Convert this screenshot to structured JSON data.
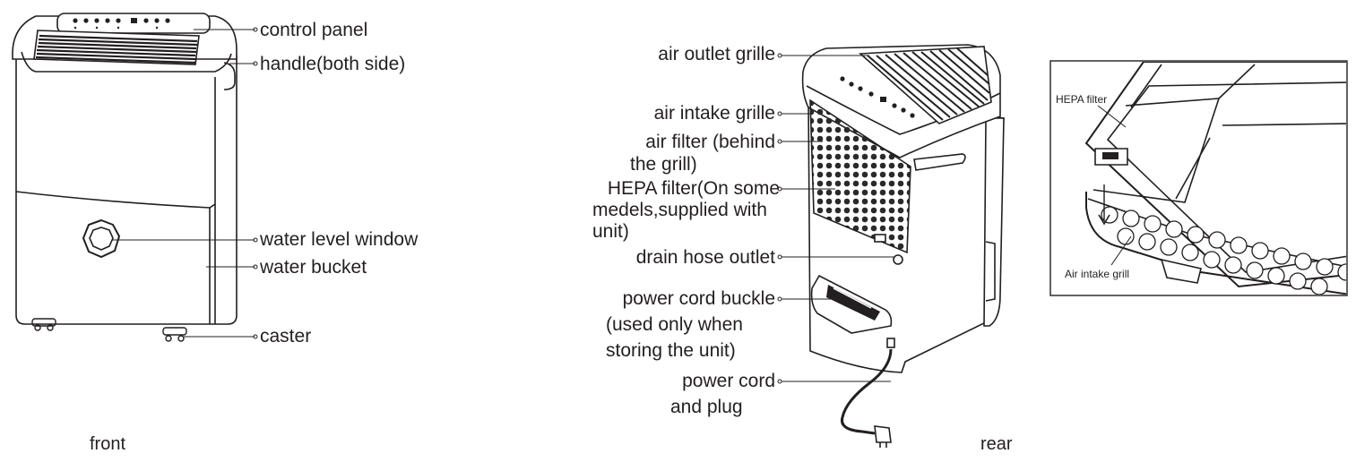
{
  "front": {
    "caption": "front",
    "labels": {
      "control_panel": "control panel",
      "handle": "handle(both side)",
      "water_level_window": "water level window",
      "water_bucket": "water bucket",
      "caster": "caster"
    }
  },
  "rear": {
    "caption": "rear",
    "labels": {
      "air_outlet_grille": "air outlet grille",
      "air_intake_grille": "air intake grille",
      "air_filter_1": "air filter (behind",
      "air_filter_2": "the grill)",
      "hepa_1": "HEPA filter(On some",
      "hepa_2": "medels,supplied with",
      "hepa_3": "unit)",
      "drain_hose_outlet": "drain hose outlet",
      "cord_buckle_1": "power cord buckle",
      "cord_buckle_2": "(used only when",
      "cord_buckle_3": "storing the unit)",
      "power_cord_1": "power cord",
      "power_cord_2": "and plug"
    }
  },
  "inset": {
    "hepa_filter": "HEPA filter",
    "air_intake_grill": "Air intake grill"
  }
}
